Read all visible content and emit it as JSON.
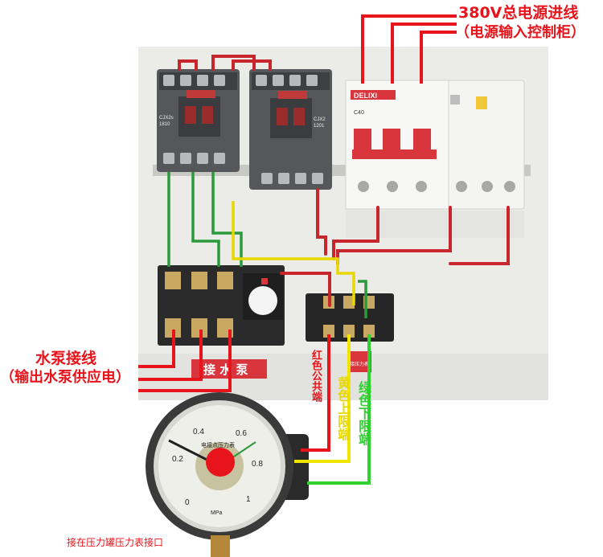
{
  "labels": {
    "main_power_title": "380V总电源进线",
    "main_power_sub": "（电源输入控制柜）",
    "pump_title": "水泵接线",
    "pump_sub": "（输出水泵供应电）",
    "pump_panel_plate": "接 水 泵",
    "gauge_plate": "接压力表",
    "red_common": "红色公共端",
    "yellow_upper": "黄色上限端",
    "green_lower": "绿色下限端",
    "gauge_port": "接在压力罐压力表接口",
    "breaker_brand": "DELIXI",
    "breaker_rating": "C40",
    "contactor_left_model": "CJX2s",
    "contactor_left_rating": "1810",
    "contactor_right_model": "CJX2",
    "contactor_right_rating": "1201",
    "gauge_face_text": "电接点压力表",
    "gauge_unit": "MPa"
  },
  "gauge_ticks": [
    "0",
    "0.2",
    "0.4",
    "0.6",
    "0.8",
    "1"
  ],
  "colors": {
    "annotation_red": "#e8141b",
    "wire_red": "#e8141b",
    "wire_yellow": "#f2e600",
    "wire_green": "#2fd02f",
    "contactor_gray": "#55575a",
    "panel_white": "#f2f2ef",
    "breaker_red": "#d8353d"
  }
}
